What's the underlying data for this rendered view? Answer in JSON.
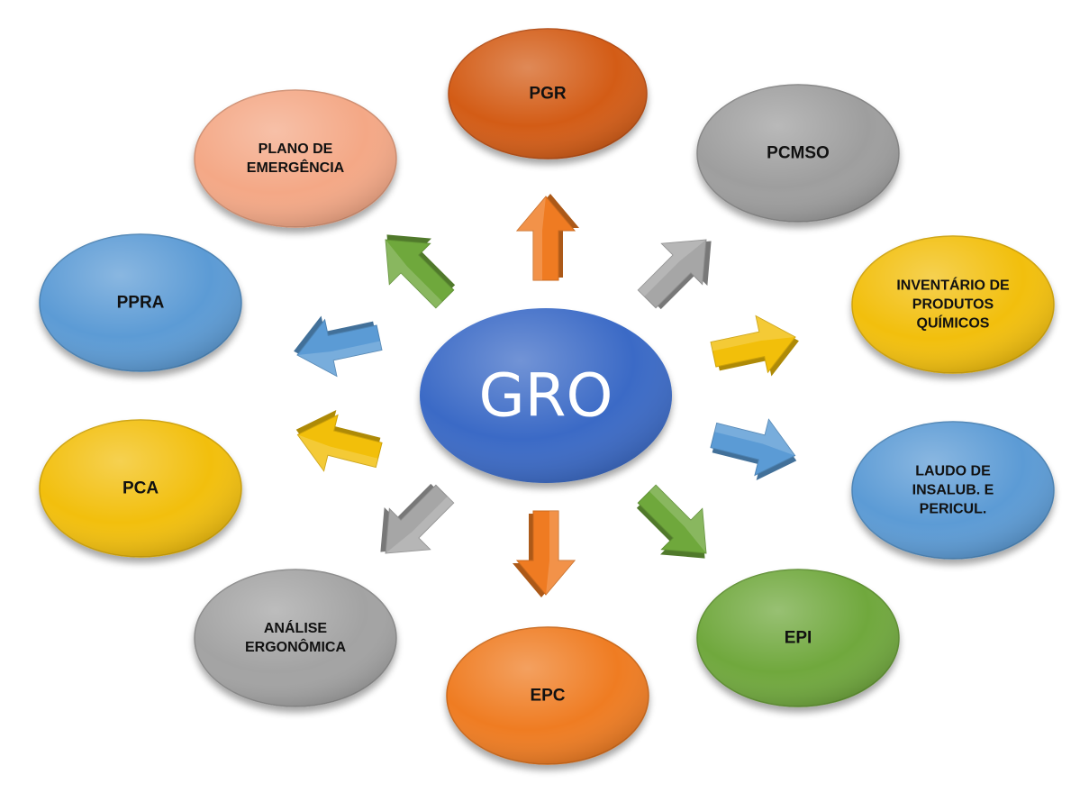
{
  "diagram": {
    "center": {
      "label": "GRO",
      "color": "#3a6bc6"
    },
    "nodes": [
      {
        "id": "pgr",
        "lines": [
          "PGR"
        ],
        "color": "#d35b16"
      },
      {
        "id": "pcmso",
        "lines": [
          "PCMSO"
        ],
        "color": "#9e9e9e"
      },
      {
        "id": "inventario",
        "lines": [
          "INVENTÁRIO DE",
          "PRODUTOS",
          "QUÍMICOS"
        ],
        "color": "#f2bf0a"
      },
      {
        "id": "laudo",
        "lines": [
          "LAUDO DE",
          "INSALUB. E",
          "PERICUL."
        ],
        "color": "#5b9bd5"
      },
      {
        "id": "epi",
        "lines": [
          "EPI"
        ],
        "color": "#6fa83c"
      },
      {
        "id": "epc",
        "lines": [
          "EPC"
        ],
        "color": "#ef7b22"
      },
      {
        "id": "analise",
        "lines": [
          "ANÁLISE",
          "ERGONÔMICA"
        ],
        "color": "#a3a3a3"
      },
      {
        "id": "pca",
        "lines": [
          "PCA"
        ],
        "color": "#f2bf0a"
      },
      {
        "id": "ppra",
        "lines": [
          "PPRA"
        ],
        "color": "#5b9bd5"
      },
      {
        "id": "plano",
        "lines": [
          "PLANO DE",
          "EMERGÊNCIA"
        ],
        "color": "#f4a886"
      }
    ],
    "arrows": [
      {
        "target": "pgr",
        "color": "#ef7b22"
      },
      {
        "target": "pcmso",
        "color": "#a6a6a6"
      },
      {
        "target": "inventario",
        "color": "#f2bf0a"
      },
      {
        "target": "laudo",
        "color": "#5b9bd5"
      },
      {
        "target": "epi",
        "color": "#6fa83c"
      },
      {
        "target": "epc",
        "color": "#ef7b22"
      },
      {
        "target": "analise",
        "color": "#a6a6a6"
      },
      {
        "target": "pca",
        "color": "#f2bf0a"
      },
      {
        "target": "ppra",
        "color": "#5b9bd5"
      },
      {
        "target": "plano",
        "color": "#6fa83c"
      }
    ]
  }
}
